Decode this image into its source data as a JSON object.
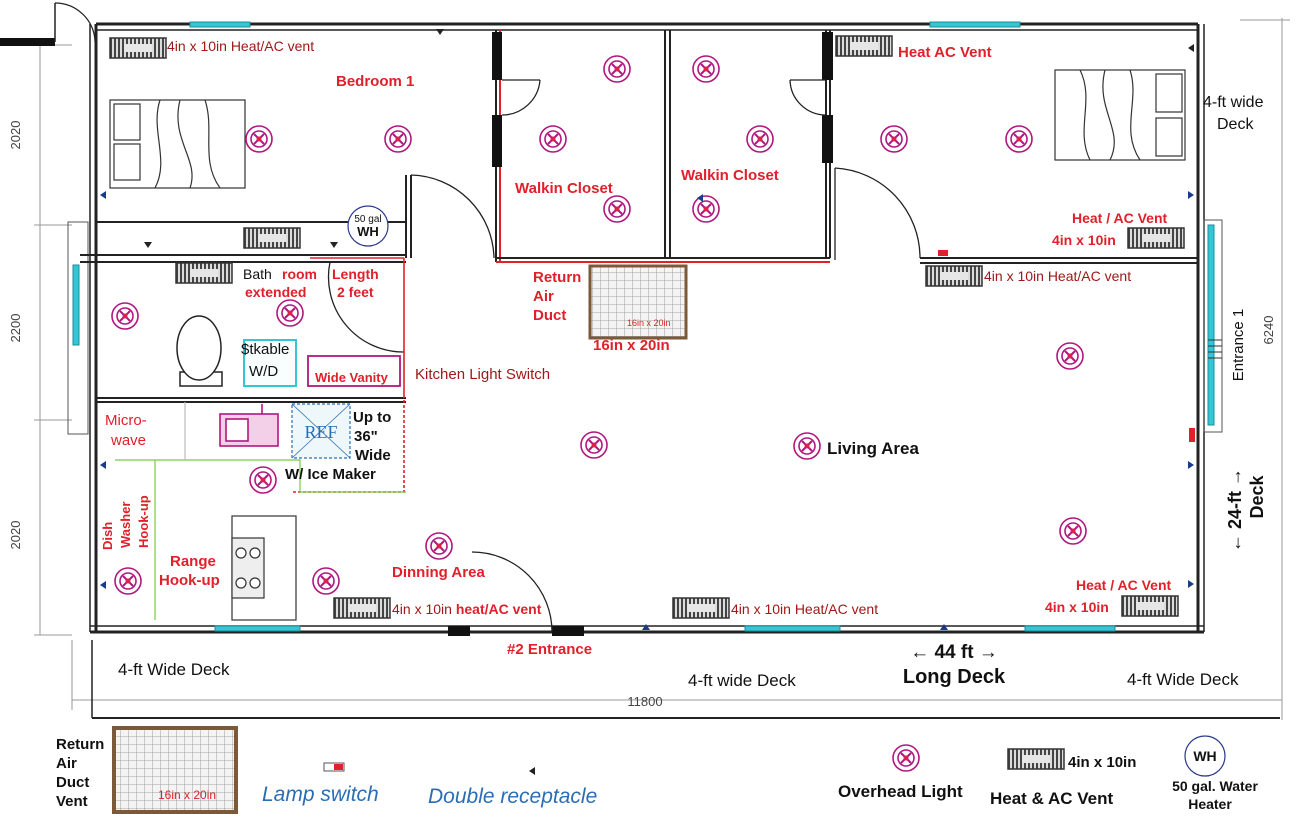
{
  "dimensions": {
    "left_top": "2020",
    "left_mid": "2200",
    "left_bottom": "2020",
    "right": "6240",
    "bottom": "11800"
  },
  "rooms": {
    "bedroom1": "Bedroom 1",
    "walkin_closet_left": "Walkin Closet",
    "walkin_closet_right": "Walkin Closet",
    "living_area": "Living Area",
    "dinning_area": "Dinning Area",
    "return_air_duct": [
      "Return",
      "Air",
      "Duct"
    ],
    "return_duct_size": "16in x 20in",
    "return_duct_inner": "16in x 20in"
  },
  "vents": {
    "top_left": "4in x 10in Heat/AC vent",
    "top_right": "Heat AC Vent",
    "right_mid_title": "Heat / AC Vent",
    "right_mid_size": "4in x 10in",
    "right_hall": "4in x 10in Heat/AC vent",
    "bottom_left": "4in x 10in",
    "bottom_left_b": "heat/AC vent",
    "bottom_mid": "4in x 10in Heat/AC vent",
    "bottom_right_title": "Heat / AC Vent",
    "bottom_right_size": "4in x 10in",
    "vent_small_label": "4in x 10in"
  },
  "bath": {
    "bath_word": "Bath",
    "room_extended": [
      "room",
      "extended"
    ],
    "length": [
      "Length",
      "2 feet"
    ],
    "stackable": [
      "$tkable",
      "W/D"
    ],
    "wide_vanity": "Wide Vanity",
    "water_heater_top": "50 gal",
    "wh": "WH"
  },
  "kitchen": {
    "light_switch": "Kitchen Light Switch",
    "microwave": [
      "Micro-",
      "wave"
    ],
    "ref": "REF",
    "ref_note": [
      "Up to",
      "36\"",
      "Wide",
      "W/ Ice Maker"
    ],
    "dishwasher": [
      "Dish",
      "Washer",
      "Hook-up"
    ],
    "range": [
      "Range",
      "Hook-up"
    ]
  },
  "entrances": {
    "entrance1": "Entrance 1",
    "entrance2": "#2  Entrance"
  },
  "decks": {
    "right_top": [
      "4-ft wide",
      "Deck"
    ],
    "right_side": [
      "← 24-ft →",
      "Deck"
    ],
    "bottom_left": "4-ft Wide Deck",
    "bottom_mid": "4-ft wide Deck",
    "long_deck": [
      "← 44 ft →",
      "Long Deck"
    ],
    "bottom_right": "4-ft Wide Deck"
  },
  "legend": {
    "return_vent": [
      "Return",
      "Air",
      "Duct",
      "Vent"
    ],
    "return_size": "16in x 20in",
    "lamp_switch": "Lamp switch",
    "double_receptacle": "Double receptacle",
    "overhead_light": "Overhead Light",
    "heat_ac_size": "4in x 10in",
    "heat_ac_vent": "Heat & AC Vent",
    "wh": "WH",
    "water_heater": [
      "50 gal. Water",
      "Heater"
    ]
  },
  "colors": {
    "wall": "#222222",
    "red_label": "#e0202a",
    "dark_red": "#a01818",
    "blue_label": "#2a6db5",
    "light_fixture": "#b0177f",
    "window": "#35c6d6",
    "vent_fill": "#555555"
  }
}
